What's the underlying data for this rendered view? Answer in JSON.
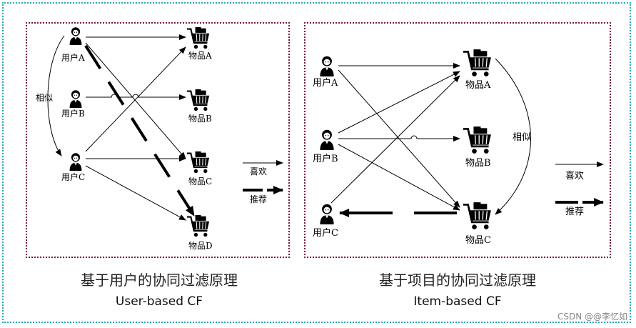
{
  "user_panel": {
    "users": [
      "用户A",
      "用户B",
      "用户C"
    ],
    "items": [
      "物品A",
      "物品B",
      "物品C",
      "物品D"
    ],
    "similar": "相似",
    "legend_like": "喜欢",
    "legend_recommend": "推荐",
    "caption_zh": "基于用户的协同过滤原理",
    "caption_en": "User-based CF"
  },
  "item_panel": {
    "users": [
      "用户A",
      "用户B",
      "用户C"
    ],
    "items": [
      "物品A",
      "物品B",
      "物品C"
    ],
    "similar": "相似",
    "legend_like": "喜欢",
    "legend_recommend": "推荐",
    "caption_zh": "基于项目的协同过滤原理",
    "caption_en": "Item-based CF"
  },
  "watermark": "CSDN @@李忆如",
  "colors": {
    "outer_border": "#2aa6b8",
    "panel_border": "#7a1c3c"
  },
  "icons": {
    "user": "user-icon",
    "item": "cart-icon"
  }
}
